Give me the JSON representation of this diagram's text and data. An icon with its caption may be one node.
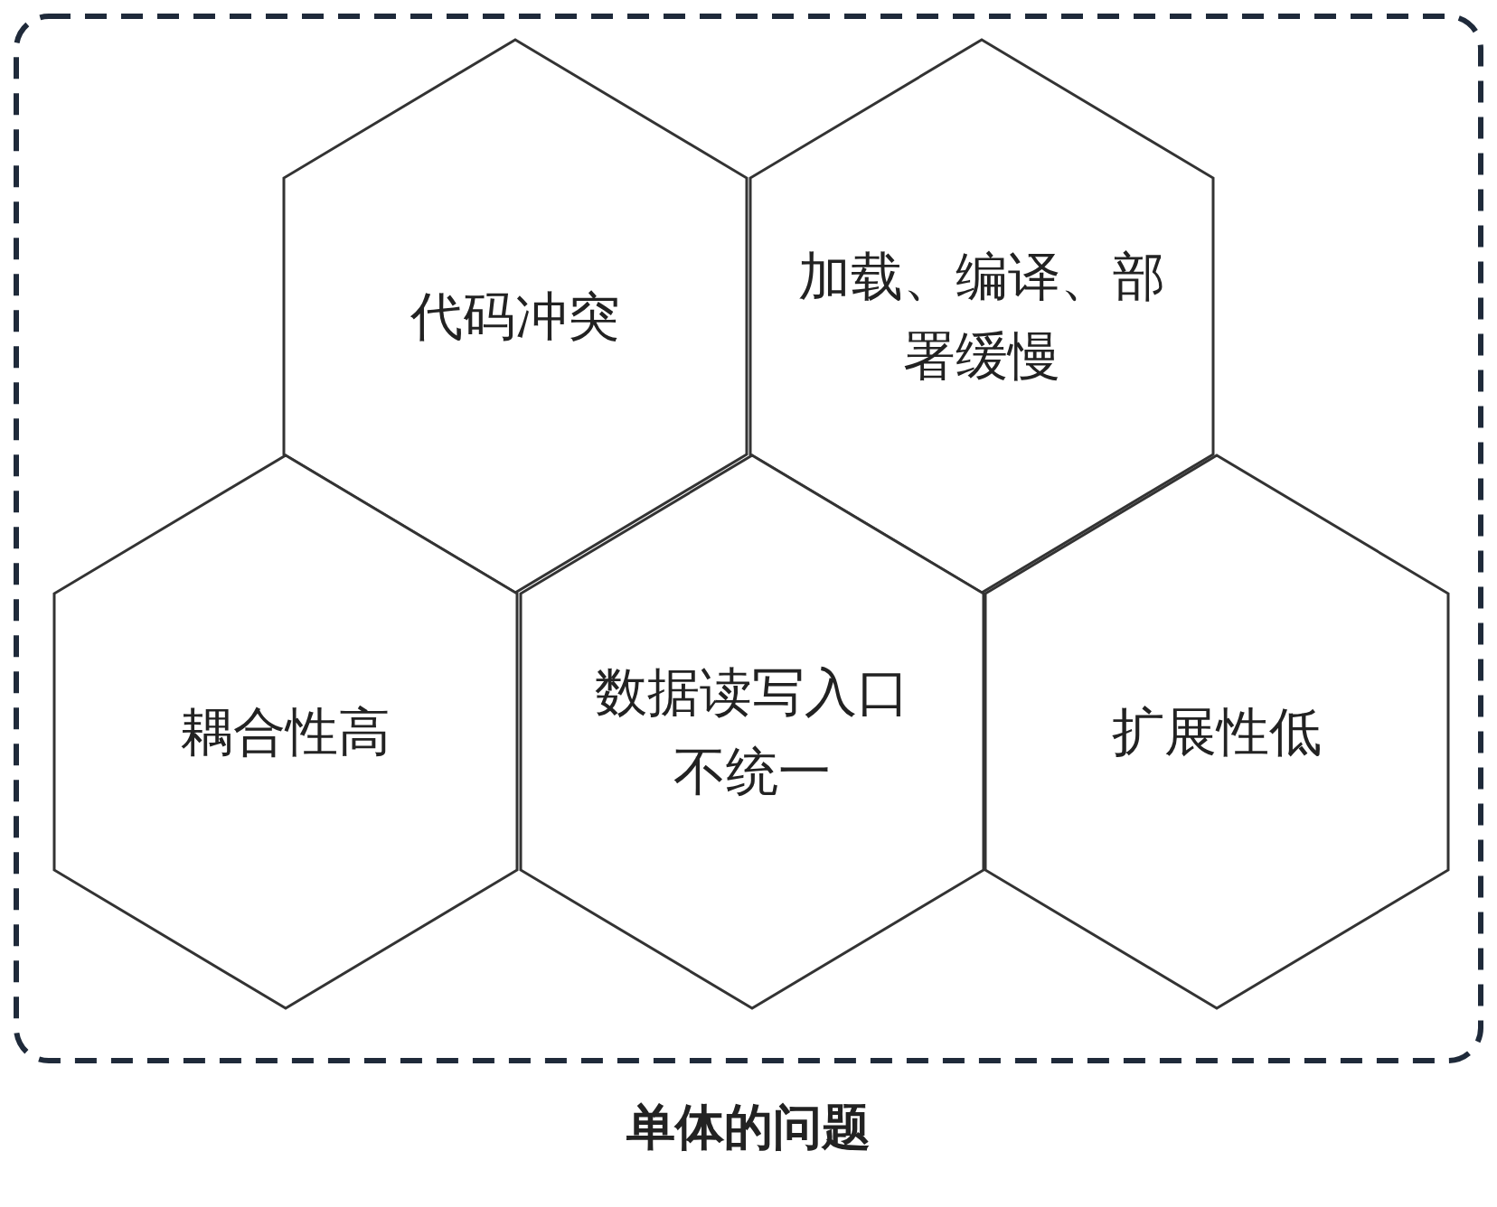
{
  "diagram": {
    "nodes": [
      {
        "text": [
          "单体的问题"
        ]
      },
      {
        "text": [
          "代码冲突"
        ],
        "in": 0
      },
      {
        "text": [
          "加载、编译、部署缓慢"
        ],
        "in": 0
      },
      {
        "text": [
          "耦合性高"
        ],
        "in": 0
      },
      {
        "text": [
          "数据读写入口不统一"
        ],
        "in": 0
      },
      {
        "text": [
          "扩展性低"
        ],
        "in": 0
      }
    ]
  }
}
